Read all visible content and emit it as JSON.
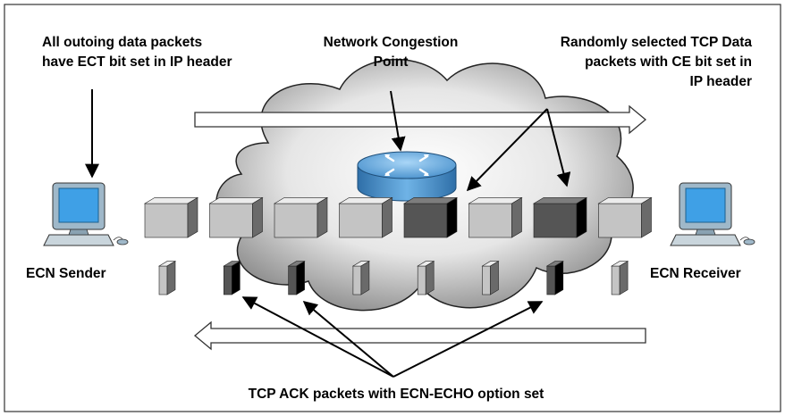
{
  "labels": {
    "sender_note_line1": "All outoing data packets",
    "sender_note_line2": "have ECT bit set in IP header",
    "congestion_line1": "Network Congestion",
    "congestion_line2": "Point",
    "random_line1": "Randomly selected TCP Data",
    "random_line2": "packets with CE bit set in",
    "random_line3": "IP header",
    "sender": "ECN Sender",
    "receiver": "ECN Receiver",
    "ack_note": "TCP ACK packets with ECN-ECHO option set"
  },
  "icons": {
    "sender": "computer-icon",
    "receiver": "computer-icon",
    "router": "router-icon",
    "network": "cloud"
  },
  "colors": {
    "normal_packet": "#c4c4c4",
    "marked_packet": "#555555",
    "router": "#5a9fd4",
    "cloud": "#d8d8d8",
    "frame": "#333333"
  },
  "data_packets": [
    {
      "ce_marked": false
    },
    {
      "ce_marked": false
    },
    {
      "ce_marked": false
    },
    {
      "ce_marked": false
    },
    {
      "ce_marked": true
    },
    {
      "ce_marked": false
    },
    {
      "ce_marked": true
    },
    {
      "ce_marked": false
    }
  ],
  "ack_packets": [
    {
      "ecn_echo": false
    },
    {
      "ecn_echo": true
    },
    {
      "ecn_echo": true
    },
    {
      "ecn_echo": false
    },
    {
      "ecn_echo": false
    },
    {
      "ecn_echo": false
    },
    {
      "ecn_echo": true
    },
    {
      "ecn_echo": false
    }
  ]
}
